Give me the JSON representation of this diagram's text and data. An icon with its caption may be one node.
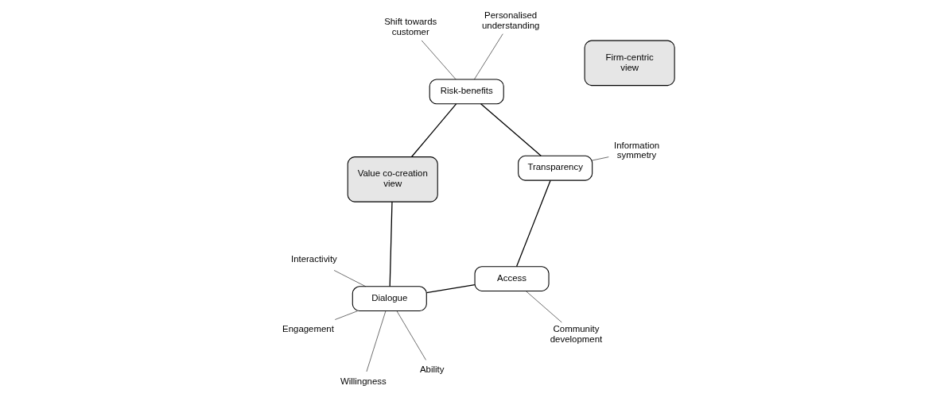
{
  "diagram": {
    "nodes": [
      {
        "text": [
          "Firm-centric view"
        ]
      },
      {
        "text": [
          "Value co-creation view"
        ]
      },
      {
        "text": [
          "Dialogue"
        ]
      },
      {
        "text": [
          "Access"
        ]
      },
      {
        "text": [
          "Transparency"
        ]
      },
      {
        "text": [
          "Risk-benefits"
        ]
      },
      {
        "text": [
          "Interactivity"
        ]
      },
      {
        "text": [
          "Engagement"
        ]
      },
      {
        "text": [
          "Ability"
        ]
      },
      {
        "text": [
          "Willingness"
        ]
      },
      {
        "text": [
          "Community development"
        ]
      },
      {
        "text": [
          "Information symmetry"
        ]
      },
      {
        "text": [
          "Shift towards customer"
        ]
      },
      {
        "text": [
          "Personalised understanding"
        ]
      }
    ],
    "edges": [
      {
        "from": 1,
        "to": 2,
        "arrow": "none"
      },
      {
        "from": 2,
        "to": 3,
        "arrow": "none"
      },
      {
        "from": 3,
        "to": 4,
        "arrow": "none"
      },
      {
        "from": 4,
        "to": 5,
        "arrow": "none"
      },
      {
        "from": 5,
        "to": 1,
        "arrow": "none"
      },
      {
        "from": 6,
        "to": 2,
        "arrow": "none"
      },
      {
        "from": 7,
        "to": 2,
        "arrow": "none"
      },
      {
        "from": 8,
        "to": 2,
        "arrow": "none"
      },
      {
        "from": 9,
        "to": 2,
        "arrow": "none"
      },
      {
        "from": 10,
        "to": 3,
        "arrow": "none"
      },
      {
        "from": 11,
        "to": 4,
        "arrow": "none"
      },
      {
        "from": 12,
        "to": 5,
        "arrow": "none"
      },
      {
        "from": 13,
        "to": 5,
        "arrow": "none"
      }
    ]
  }
}
